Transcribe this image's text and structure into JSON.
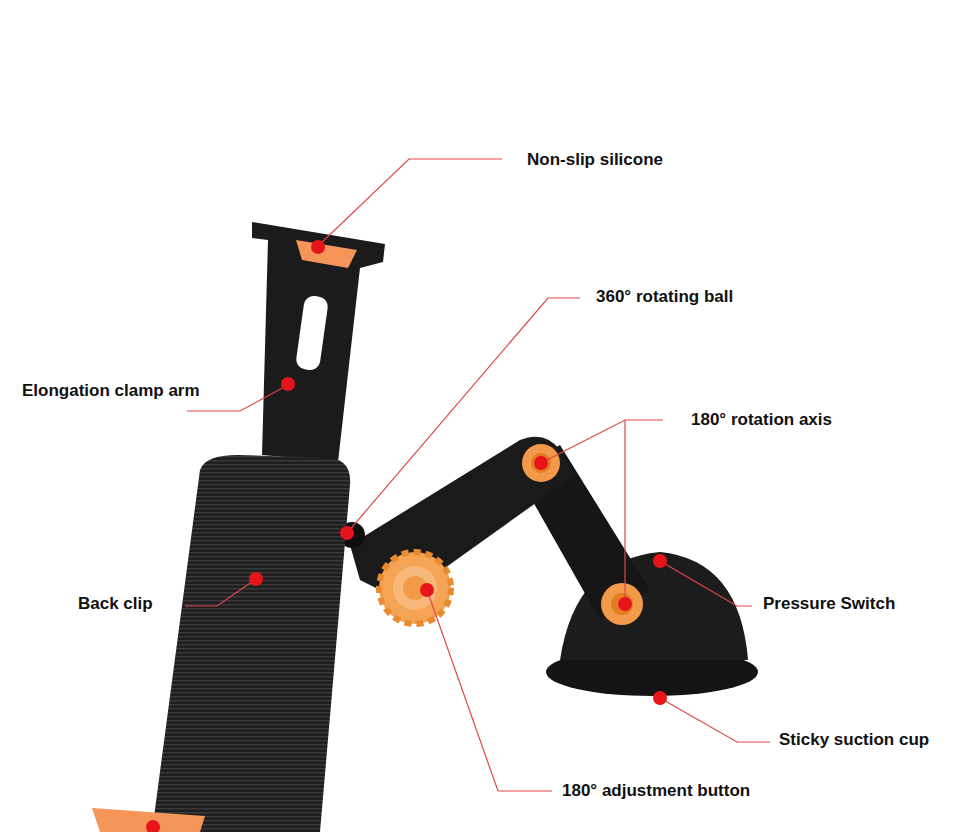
{
  "diagram": {
    "labels": [
      "Non-slip silicone",
      "360° rotating ball",
      "180° rotation axis",
      "Elongation clamp arm",
      "Back clip",
      "Pressure Switch",
      "Sticky suction cup",
      "180° adjustment button"
    ]
  }
}
